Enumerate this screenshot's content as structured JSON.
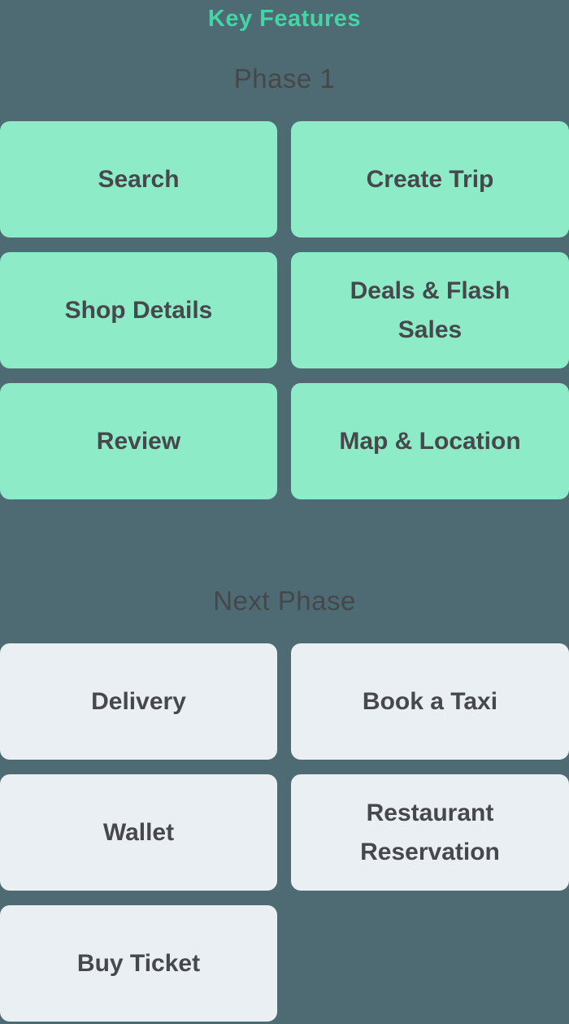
{
  "page": {
    "title": "Key Features"
  },
  "colors": {
    "bg": "#4e6a72",
    "mint": "#8debc8",
    "light": "#e9eff2",
    "accent": "#42d5a5",
    "heading": "#45484b",
    "card-text": "#47484b"
  },
  "sections": [
    {
      "heading": "Phase 1",
      "card_style": "mint",
      "cards": [
        "Search",
        "Create Trip",
        "Shop Details",
        "Deals & Flash Sales",
        "Review",
        "Map & Location"
      ]
    },
    {
      "heading": "Next Phase",
      "card_style": "light",
      "cards": [
        "Delivery",
        "Book a Taxi",
        "Wallet",
        "Restaurant Reservation",
        "Buy Ticket"
      ]
    }
  ]
}
